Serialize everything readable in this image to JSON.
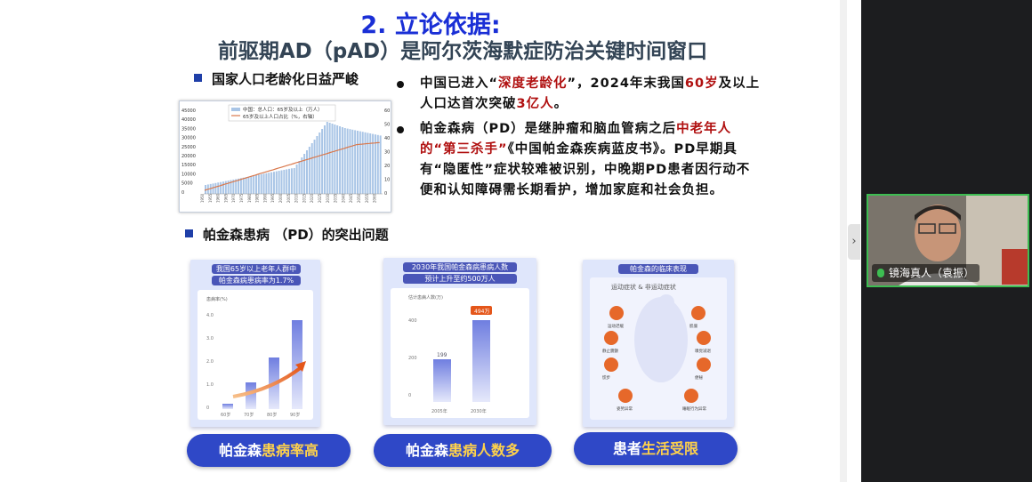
{
  "slide": {
    "title": "2. 立论依据:",
    "subtitle": "前驱期AD（pAD）是阿尔茨海默症防治关键时间窗口",
    "section1": "国家人口老龄化日益严峻",
    "section2": "帕金森患病 （PD）的突出问题",
    "para1": {
      "a": "中国已进入“",
      "b": "深度老龄化",
      "c": "”，2024年末我国",
      "d": "60岁",
      "e": "及以上人口达首次突破",
      "f": "3亿人",
      "g": "。"
    },
    "para2": {
      "a": "帕金森病（PD）是继肿瘤和脑血管病之后",
      "b": "中老年人的“第三杀手”",
      "c": "《中国帕金森疾病蓝皮书》。PD早期具有“隐匿性”症状较难被识别，中晚期PD患者因行动不便和认知障碍需长期看护，增加家庭和社会负担。"
    },
    "line_chart": {
      "legend1": "中国：总人口：65岁及以上（万人）",
      "legend2": "65岁及以上人口占比（%，右轴）",
      "yticks": [
        "45000",
        "40000",
        "35000",
        "30000",
        "25000",
        "20000",
        "15000",
        "10000",
        "5000",
        "0"
      ],
      "y2ticks": [
        "60",
        "50",
        "40",
        "30",
        "20",
        "10",
        "0"
      ]
    },
    "card1": {
      "head1": "我国65岁以上老年人群中",
      "head2": "帕金森病患病率为1.7%",
      "ylabel": "患病率(%)",
      "yticks": [
        "4.0",
        "3.0",
        "2.0",
        "1.0",
        "0"
      ],
      "xticks": [
        "60岁",
        "70岁",
        "80岁",
        "90岁"
      ]
    },
    "card2": {
      "head1": "2030年我国帕金森病患病人数",
      "head2": "预计上升至约500万人",
      "ylabel": "估计患病人数(万)",
      "yticks": [
        "400",
        "200",
        "0"
      ],
      "bar1_label": "199",
      "bar2_label": "494万",
      "xticks": [
        "2005年",
        "2030年"
      ]
    },
    "card3": {
      "head": "帕金森的临床表现",
      "sub": "运动症状 & 非运动症状",
      "items": [
        "运动迟缓",
        "肌僵",
        "静止震颤",
        "嗅觉减退",
        "慌步",
        "便秘",
        "姿势异常",
        "睡眠行为异常"
      ]
    },
    "pill1": {
      "a": "帕金森",
      "b": "患病率高"
    },
    "pill2": {
      "a": "帕金森",
      "b": "患病人数多"
    },
    "pill3": {
      "a": "患者",
      "b": "生活受限"
    }
  },
  "video": {
    "participant_name": "镜海真人（袁振）"
  },
  "collapse_icon": "chevron-right-icon",
  "mic_icon": "microphone-icon"
}
